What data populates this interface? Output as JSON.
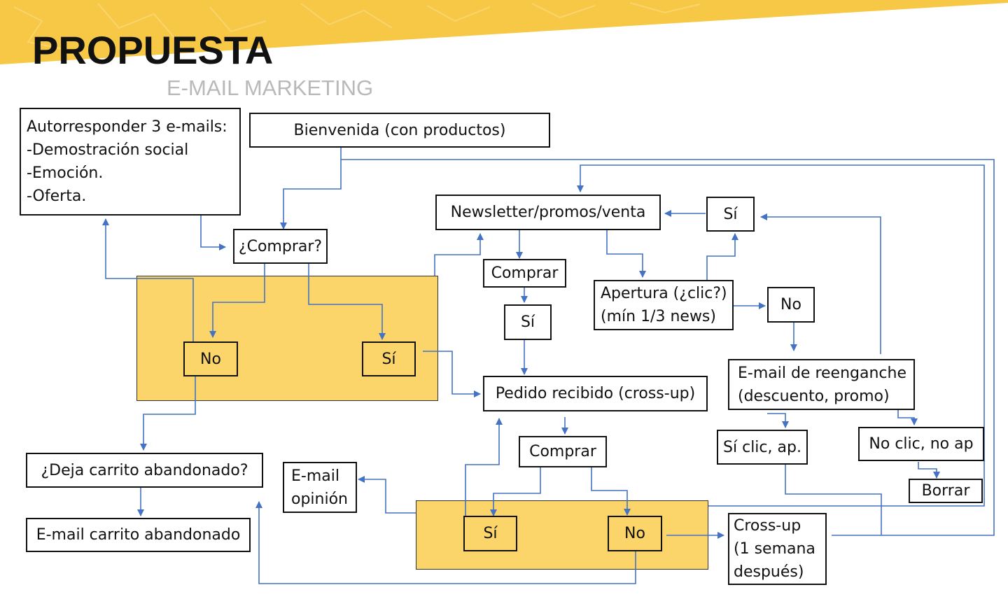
{
  "slide": {
    "title": "PROPUESTA",
    "subtitle": "E-MAIL MARKETING",
    "accent_color": "#f7c845",
    "panel_color": "#fbd56a",
    "connector_color": "#4472c4"
  },
  "nodes": {
    "autoresponder": {
      "line1": "Autorresponder 3 e-mails:",
      "line2": "-Demostración social",
      "line3": "-Emoción.",
      "line4": "-Oferta."
    },
    "bienvenida": "Bienvenida (con productos)",
    "comprar_q": "¿Comprar?",
    "no_1": "No",
    "si_1": "Sí",
    "newsletter": "Newsletter/promos/venta",
    "si_newsletter": "Sí",
    "comprar_1": "Comprar",
    "si_2": "Sí",
    "apertura": {
      "line1": "Apertura (¿clic?)",
      "line2": "(mín 1/3 news)"
    },
    "no_apertura": "No",
    "pedido": "Pedido recibido (cross-up)",
    "reenganche": {
      "line1": "E-mail de reenganche",
      "line2": "(descuento, promo)"
    },
    "si_clic": "Sí clic, ap.",
    "no_clic": "No clic, no ap",
    "borrar": "Borrar",
    "comprar_2": "Comprar",
    "email_opinion": {
      "line1": "E-mail",
      "line2": "opinión"
    },
    "si_3": "Sí",
    "no_3": "No",
    "crossup": {
      "line1": "Cross-up",
      "line2": "(1 semana",
      "line3": "después)"
    },
    "deja_carrito": "¿Deja carrito abandonado?",
    "email_carrito": "E-mail carrito abandonado"
  }
}
